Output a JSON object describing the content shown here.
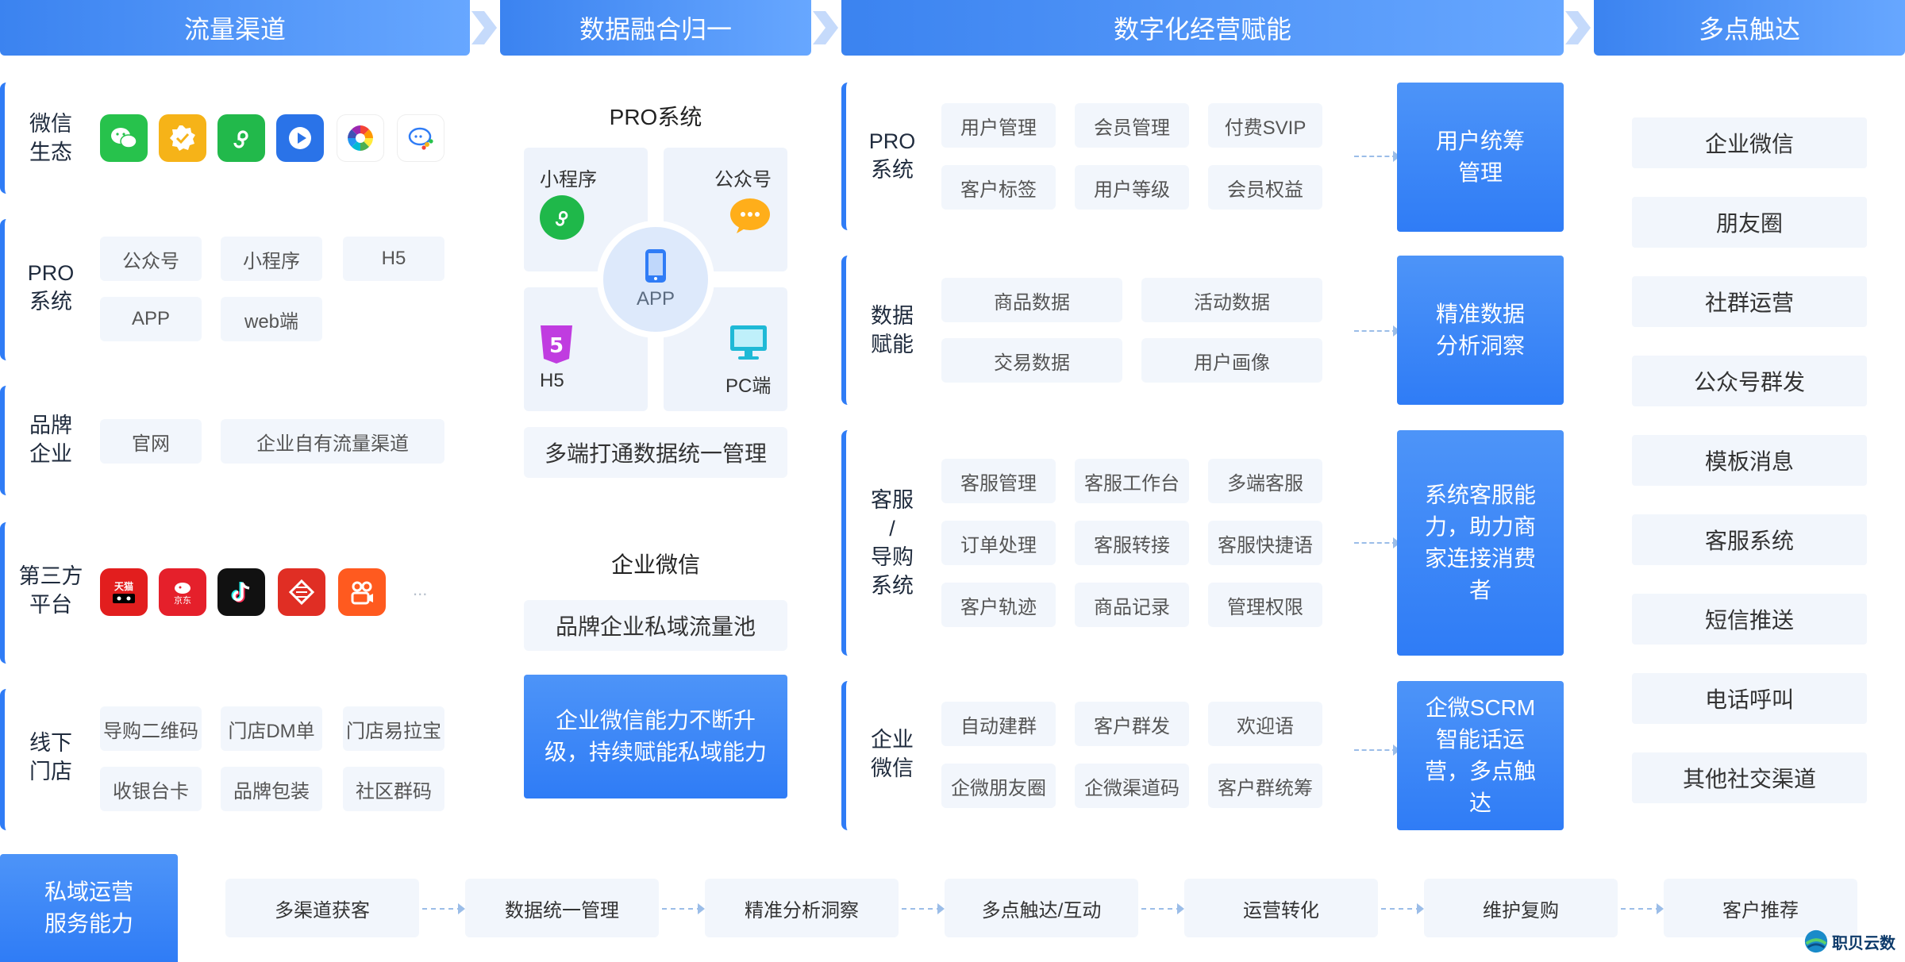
{
  "headers": {
    "col1": "流量渠道",
    "col2": "数据融合归一",
    "col3": "数字化经营赋能",
    "col4": "多点触达"
  },
  "left": {
    "wechat": {
      "title": "微信\n生态",
      "icons": [
        "wechat-icon",
        "verified-badge-icon",
        "mini-program-icon",
        "video-channel-icon",
        "photos-icon",
        "wecom-chat-icon"
      ]
    },
    "pro": {
      "title": "PRO\n系统",
      "items": [
        "公众号",
        "小程序",
        "H5",
        "APP",
        "web端"
      ]
    },
    "brand": {
      "title": "品牌\n企业",
      "items": [
        "官网",
        "企业自有流量渠道"
      ]
    },
    "third": {
      "title": "第三方\n平台",
      "icons": [
        "tmall-icon",
        "jd-icon",
        "tiktok-icon",
        "pinduoduo-icon",
        "kuaishou-icon"
      ],
      "more": "..."
    },
    "offline": {
      "title": "线下\n门店",
      "items": [
        "导购二维码",
        "门店DM单",
        "门店易拉宝",
        "收银台卡",
        "品牌包装",
        "社区群码"
      ]
    }
  },
  "middle": {
    "pro_title": "PRO系统",
    "cells": {
      "mini": "小程序",
      "gzh": "公众号",
      "h5": "H5",
      "pc": "PC端"
    },
    "center": "APP",
    "unify": "多端打通数据统一管理",
    "wecom_title": "企业微信",
    "pool": "品牌企业私域流量池",
    "blue": "企业微信能力不断升级，持续赋能私域能力"
  },
  "empower": {
    "pro": {
      "title": "PRO\n系统",
      "items": [
        "用户管理",
        "会员管理",
        "付费SVIP",
        "客户标签",
        "用户等级",
        "会员权益"
      ],
      "result": "用户统筹\n管理"
    },
    "data": {
      "title": "数据\n赋能",
      "items": [
        "商品数据",
        "活动数据",
        "交易数据",
        "用户画像"
      ],
      "result": "精准数据\n分析洞察"
    },
    "service": {
      "title": "客服\n/\n导购\n系统",
      "items": [
        "客服管理",
        "客服工作台",
        "多端客服",
        "订单处理",
        "客服转接",
        "客服快捷语",
        "客户轨迹",
        "商品记录",
        "管理权限"
      ],
      "result": "系统客服能力，助力商家连接消费者"
    },
    "wecom": {
      "title": "企业\n微信",
      "items": [
        "自动建群",
        "客户群发",
        "欢迎语",
        "企微朋友圈",
        "企微渠道码",
        "客户群统筹"
      ],
      "result": "企微SCRM智能话运营，多点触达"
    }
  },
  "touch": [
    "企业微信",
    "朋友圈",
    "社群运营",
    "公众号群发",
    "模板消息",
    "客服系统",
    "短信推送",
    "电话呼叫",
    "其他社交渠道"
  ],
  "bottom": {
    "title": "私域运营\n服务能力",
    "steps": [
      "多渠道获客",
      "数据统一管理",
      "精准分析洞察",
      "多点触达/互动",
      "运营转化",
      "维护复购",
      "客户推荐"
    ]
  },
  "brand_logo": "职贝云数",
  "colors": {
    "accent": "#2f7cf6",
    "chip": "#f2f6fc",
    "header_start": "#3b83f0",
    "header_end": "#67a7ff"
  }
}
